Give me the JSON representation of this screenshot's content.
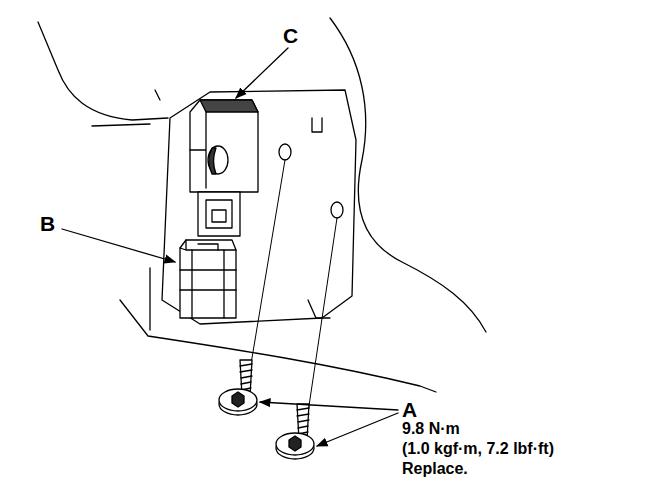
{
  "diagram": {
    "labels": [
      "C",
      "B",
      "A",
      "9.8 N·m",
      "(1.0 kgf·m, 7.2 lbf·ft)",
      "Replace."
    ]
  }
}
